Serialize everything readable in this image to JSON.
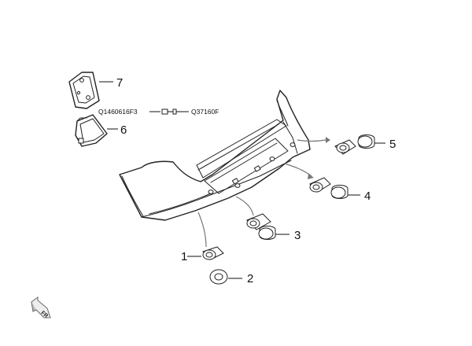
{
  "callouts": {
    "c1": "1",
    "c2": "2",
    "c3": "3",
    "c4": "4",
    "c5": "5",
    "c6": "6",
    "c7": "7"
  },
  "part_numbers": {
    "left": "Q1460616F3",
    "right": "Q37160F"
  },
  "direction_label": "FR",
  "colors": {
    "line": "#222222",
    "arrow": "#777777",
    "background": "#ffffff"
  }
}
